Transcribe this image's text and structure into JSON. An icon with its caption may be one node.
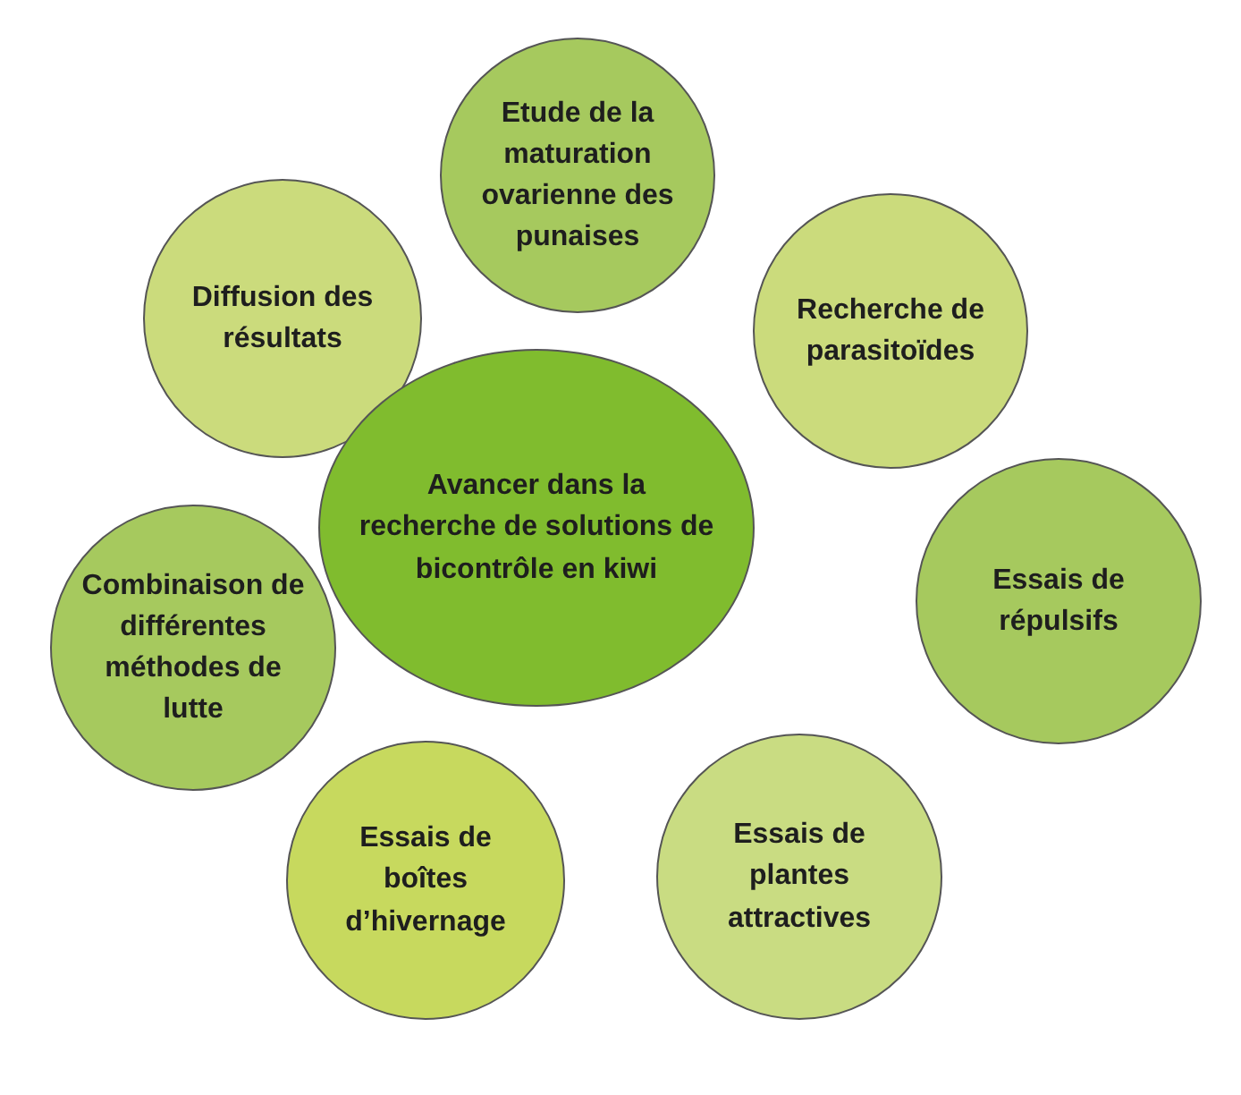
{
  "diagram": {
    "nodes": [
      {
        "text": [
          "Avancer dans la recherche de solutions de bicontrôle en kiwi"
        ]
      },
      {
        "text": [
          "Etude de la maturation ovarienne des punaises"
        ]
      },
      {
        "text": [
          "Diffusion des résultats"
        ]
      },
      {
        "text": [
          "Recherche de parasitoïdes"
        ]
      },
      {
        "text": [
          "Combinaison de différentes méthodes de lutte"
        ]
      },
      {
        "text": [
          "Essais de répulsifs"
        ]
      },
      {
        "text": [
          "Essais de boîtes d’hivernage"
        ]
      },
      {
        "text": [
          "Essais de plantes attractives"
        ]
      }
    ]
  }
}
